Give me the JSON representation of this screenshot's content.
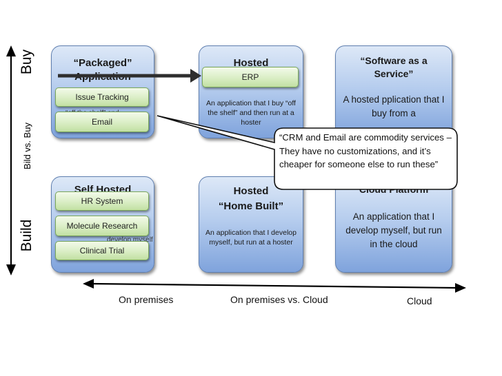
{
  "axes": {
    "vertical": {
      "top": "Buy",
      "middle": "Bild vs. Buy",
      "bottom": "Build"
    },
    "horizontal": {
      "left": "On premises",
      "middle": "On premises vs. Cloud",
      "right": "Cloud"
    }
  },
  "cards": {
    "packaged": {
      "title_line1": "“Packaged”",
      "title_line2": "Application",
      "hidden_text": "“off the shelf” and"
    },
    "hosted": {
      "title": "Hosted",
      "text": "An application that I buy “off the shelf” and then run at a hoster"
    },
    "saas": {
      "title": "“Software as a Service”",
      "text": "A hosted pplication that I buy from a"
    },
    "self_hosted": {
      "title": "Self Hosted",
      "hidden_text": "develop myself"
    },
    "hosted_home_built": {
      "title_line1": "Hosted",
      "title_line2": "“Home Built”",
      "text": "An application that I develop myself, but run at a hoster"
    },
    "cloud_platform": {
      "title": "Cloud Platform",
      "text": "An application that I develop myself, but run in the cloud"
    }
  },
  "chips": {
    "erp": "ERP",
    "issue_tracking": "Issue Tracking",
    "email": "Email",
    "hr_system": "HR System",
    "molecule_research": "Molecule Research",
    "clinical_trial": "Clinical Trial"
  },
  "callout": {
    "text": "“CRM and Email are commodity services – They have no customizations, and it’s cheaper for someone else to run these”"
  }
}
